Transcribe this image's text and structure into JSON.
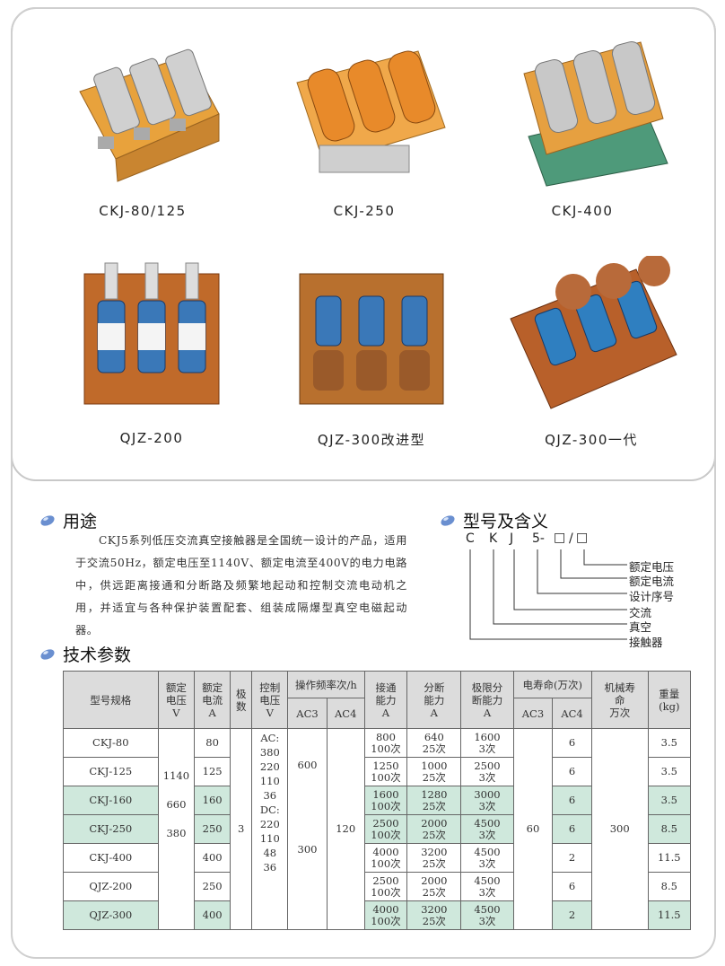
{
  "products": [
    {
      "caption": "CKJ-80/125",
      "frame": "#e8a23c",
      "coil": "#c9c9c9"
    },
    {
      "caption": "CKJ-250",
      "frame": "#f0a84a",
      "coil": "#e88a2a"
    },
    {
      "caption": "CKJ-400",
      "frame": "#e6a040",
      "coil": "#bfbfbf"
    },
    {
      "caption": "QJZ-200",
      "frame": "#c06a2a",
      "coil": "#3a78b8"
    },
    {
      "caption": "QJZ-300改进型",
      "frame": "#b8702e",
      "coil": "#3a78b8"
    },
    {
      "caption": "QJZ-300一代",
      "frame": "#b8602a",
      "coil": "#2f7fc0"
    }
  ],
  "usage": {
    "title": "用途",
    "body": "CKJ5系列低压交流真空接触器是全国统一设计的产品，适用于交流50Hz，额定电压至1140V、额定电流至400V的电力电路中，供远距离接通和分断路及频繁地起动和控制交流电动机之用，并适宜与各种保护装置配套、组装成隔爆型真空电磁起动器。"
  },
  "model": {
    "title": "型号及含义",
    "code": [
      "C",
      "K",
      "J",
      "5-",
      "□",
      "/",
      "□"
    ],
    "meanings": [
      "额定电压",
      "额定电流",
      "设计序号",
      "交流",
      "真空",
      "接触器"
    ]
  },
  "specs": {
    "title": "技术参数",
    "headers": {
      "model": "型号规格",
      "voltage": [
        "额定",
        "电压",
        "V"
      ],
      "current": [
        "额定",
        "电流",
        "A"
      ],
      "poles": [
        "极",
        "数"
      ],
      "control": [
        "控制",
        "电压",
        "V"
      ],
      "freq": "操作频率次/h",
      "make": [
        "接通",
        "能力",
        "A"
      ],
      "break": [
        "分断",
        "能力",
        "A"
      ],
      "limit": [
        "极限分",
        "断能力",
        "A"
      ],
      "elec_life": "电寿命(万次)",
      "mech_life": [
        "机械寿",
        "命",
        "万次"
      ],
      "weight": [
        "重量",
        "(kg)"
      ],
      "ac3": "AC3",
      "ac4": "AC4"
    },
    "voltage_values": [
      "1140",
      "660",
      "380"
    ],
    "poles_value": "3",
    "control_values": [
      "AC:",
      "380",
      "220",
      "110",
      "36",
      "DC:",
      "220",
      "110",
      "48",
      "36"
    ],
    "freq_ac3": [
      "600",
      "300"
    ],
    "freq_ac4": "120",
    "elec_ac3": "60",
    "mech_life_value": "300",
    "rows": [
      {
        "model": "CKJ-80",
        "current": "80",
        "make": [
          "800",
          "100次"
        ],
        "break": [
          "640",
          "25次"
        ],
        "limit": [
          "1600",
          "3次"
        ],
        "ac4": "6",
        "weight": "3.5"
      },
      {
        "model": "CKJ-125",
        "current": "125",
        "make": [
          "1250",
          "100次"
        ],
        "break": [
          "1000",
          "25次"
        ],
        "limit": [
          "2500",
          "3次"
        ],
        "ac4": "6",
        "weight": "3.5"
      },
      {
        "model": "CKJ-160",
        "current": "160",
        "make": [
          "1600",
          "100次"
        ],
        "break": [
          "1280",
          "25次"
        ],
        "limit": [
          "3000",
          "3次"
        ],
        "ac4": "6",
        "weight": "3.5"
      },
      {
        "model": "CKJ-250",
        "current": "250",
        "make": [
          "2500",
          "100次"
        ],
        "break": [
          "2000",
          "25次"
        ],
        "limit": [
          "4500",
          "3次"
        ],
        "ac4": "6",
        "weight": "8.5"
      },
      {
        "model": "CKJ-400",
        "current": "400",
        "make": [
          "4000",
          "100次"
        ],
        "break": [
          "3200",
          "25次"
        ],
        "limit": [
          "4500",
          "3次"
        ],
        "ac4": "2",
        "weight": "11.5"
      },
      {
        "model": "QJZ-200",
        "current": "250",
        "make": [
          "2500",
          "100次"
        ],
        "break": [
          "2000",
          "25次"
        ],
        "limit": [
          "4500",
          "3次"
        ],
        "ac4": "6",
        "weight": "8.5"
      },
      {
        "model": "QJZ-300",
        "current": "400",
        "make": [
          "4000",
          "100次"
        ],
        "break": [
          "3200",
          "25次"
        ],
        "limit": [
          "4500",
          "3次"
        ],
        "ac4": "2",
        "weight": "11.5"
      }
    ],
    "highlight_color": "#cfe8dc"
  }
}
